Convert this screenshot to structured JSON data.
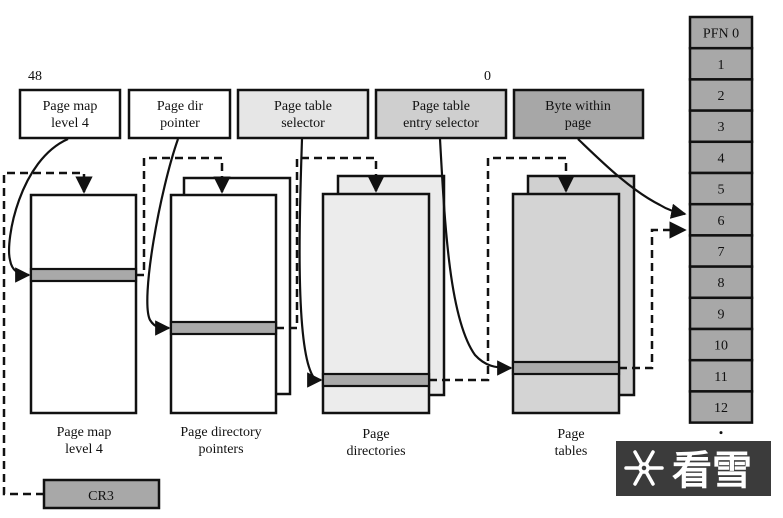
{
  "bit_labels": {
    "high": "48",
    "low": "0"
  },
  "address_fields": [
    {
      "line1": "Page map",
      "line2": "level 4",
      "fill": "#ffffff"
    },
    {
      "line1": "Page dir",
      "line2": "pointer",
      "fill": "#ffffff"
    },
    {
      "line1": "Page table",
      "line2": "selector",
      "fill": "#e6e6e6"
    },
    {
      "line1": "Page table",
      "line2": "entry selector",
      "fill": "#cfcfcf"
    },
    {
      "line1": "Byte within",
      "line2": "page",
      "fill": "#a7a7a7"
    }
  ],
  "tables": [
    {
      "line1": "Page map",
      "line2": "level 4",
      "fill": "#ffffff"
    },
    {
      "line1": "Page directory",
      "line2": "pointers",
      "fill": "#ffffff"
    },
    {
      "line1": "Page",
      "line2": "directories",
      "fill": "#ececec"
    },
    {
      "line1": "Page",
      "line2": "tables",
      "fill": "#d4d4d4"
    }
  ],
  "register": {
    "label": "CR3",
    "fill": "#a8a8a8"
  },
  "physical_frames": [
    "PFN 0",
    "1",
    "2",
    "3",
    "4",
    "5",
    "6",
    "7",
    "8",
    "9",
    "10",
    "11",
    "12"
  ],
  "watermark": {
    "text": "看雪"
  }
}
